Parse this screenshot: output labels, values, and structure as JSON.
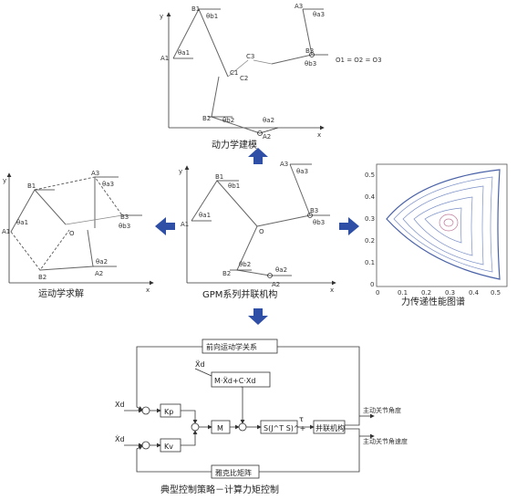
{
  "captions": {
    "dynamics": "动力学建模",
    "kinematics": "运动学求解",
    "mechanism": "GPM系列并联机构",
    "atlas": "力传递性能图谱",
    "control": "典型控制策略－计算力矩控制"
  },
  "top_labels": {
    "y": "y",
    "x": "x",
    "A1": "A1",
    "A2": "A2",
    "A3": "A3",
    "B1": "B1",
    "B2": "B2",
    "B3": "B3",
    "C1": "C1",
    "C2": "C2",
    "C3": "C3",
    "t1": "θa1",
    "t2": "θa2",
    "t3": "θa3",
    "tb1": "θb1",
    "tb2": "θb2",
    "tb3": "θb3",
    "eq": "O1 = O2 = O3"
  },
  "left_labels": {
    "y": "y",
    "x": "x",
    "A1": "A1",
    "A2": "A2",
    "A3": "A3",
    "B1": "B1",
    "B2": "B2",
    "B3": "B3",
    "O": "O",
    "t1": "θa1",
    "t2": "θa2",
    "t3": "θa3",
    "tb": "θb3"
  },
  "mid_labels": {
    "y": "y",
    "x": "x",
    "A1": "A1",
    "A2": "A2",
    "A3": "A3",
    "B1": "B1",
    "B2": "B2",
    "B3": "B3",
    "O": "O",
    "t1": "θa1",
    "t2": "θa2",
    "t3": "θa3",
    "tb1": "θb1",
    "tb2": "θb2",
    "tb3": "θb3"
  },
  "atlas_ticks": {
    "y": [
      "0.5",
      "0.4",
      "0.3",
      "0.2",
      "0.1",
      "0"
    ],
    "x": [
      "0",
      "0.1",
      "0.2",
      "0.3",
      "0.4",
      "0.5"
    ]
  },
  "control": {
    "forward_kin": "前向运动学关系",
    "dynamics_term": "M·Ẍd+C·Xd",
    "kp": "Kp",
    "kv": "Kv",
    "m": "M",
    "jacobian": "S(J^T S)^+",
    "plant": "并联机构",
    "jac_matrix": "雅克比矩阵",
    "xd": "Xd",
    "xd_dot": "Ẋd",
    "xd_ddot": "Ẍd",
    "tau": "τ",
    "out_angle": "主动关节角度",
    "out_vel": "主动关节角速度"
  },
  "colors": {
    "arrow": "#2f4fa6",
    "contour": "#7a8fc8"
  }
}
